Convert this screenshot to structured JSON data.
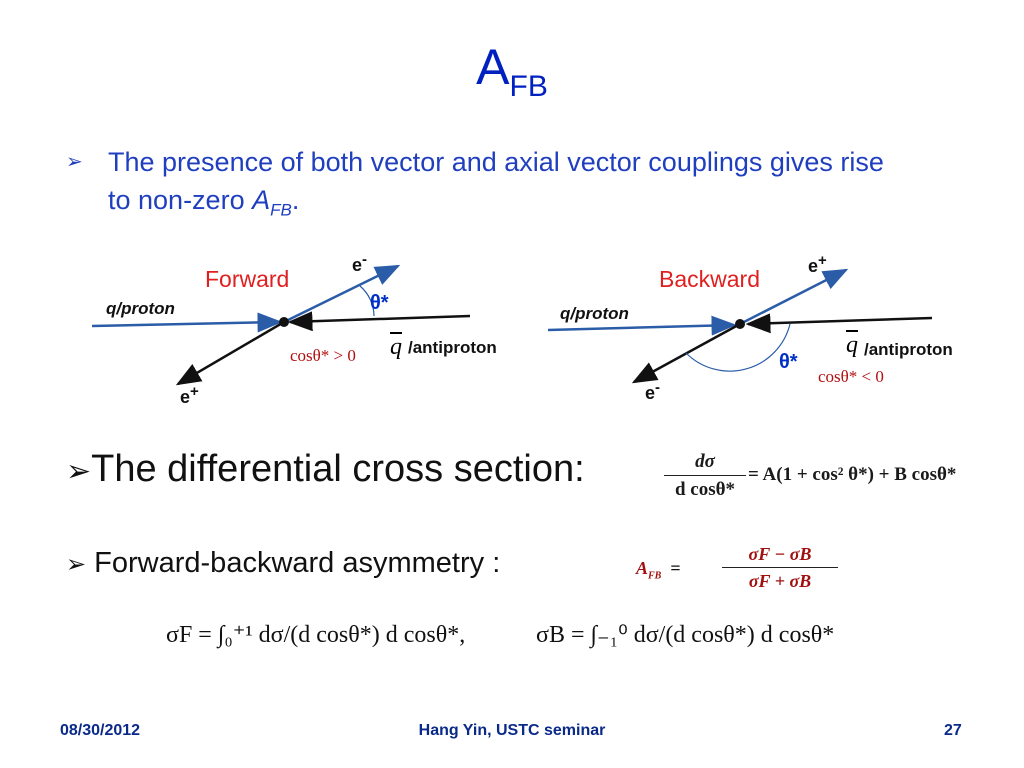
{
  "slide": {
    "title_main": "A",
    "title_sub": "FB",
    "bullet1": {
      "arrow": "➢",
      "line1": "The presence of both vector and axial vector couplings gives rise",
      "line2_prefix": "to non-zero ",
      "line2_var": "A",
      "line2_sub": "FB",
      "line2_suffix": "."
    },
    "forward": {
      "label": "Forward",
      "q_label": "q/proton",
      "antiproton_label": "/antiproton",
      "qbar": "q",
      "e_top": "e",
      "e_top_charge": "-",
      "e_bottom": "e",
      "e_bottom_charge": "+",
      "theta": "θ*",
      "condition": "cosθ* > 0"
    },
    "backward": {
      "label": "Backward",
      "q_label": "q/proton",
      "antiproton_label": "/antiproton",
      "qbar": "q",
      "e_top": "e",
      "e_top_charge": "+",
      "e_bottom": "e",
      "e_bottom_charge": "-",
      "theta": "θ*",
      "condition": "cosθ* < 0"
    },
    "bullet2": {
      "arrow": "➢",
      "text": "The differential cross section:",
      "formula_lhs_num": "dσ",
      "formula_lhs_den": "d cosθ*",
      "formula_rhs": "= A(1 + cos² θ*) + B cosθ*"
    },
    "bullet3": {
      "arrow": "➢",
      "text": "Forward-backward asymmetry :",
      "afb_lhs": "A",
      "afb_sub": "FB",
      "afb_num": "σF − σB",
      "afb_den": "σF + σB"
    },
    "integrals": {
      "sigmaF": "σF = ∫₀⁺¹ dσ/(d cosθ*) d cosθ*,",
      "sigmaB": "σB = ∫₋₁⁰ dσ/(d cosθ*) d cosθ*"
    },
    "footer": {
      "date": "08/30/2012",
      "center": "Hang Yin, USTC seminar",
      "page": "27"
    }
  },
  "colors": {
    "title": "#0020c0",
    "bullet1": "#1f3fbf",
    "label_red": "#e02020",
    "arrow_blue": "#2a5ca8",
    "footer": "#0a2a8a"
  }
}
